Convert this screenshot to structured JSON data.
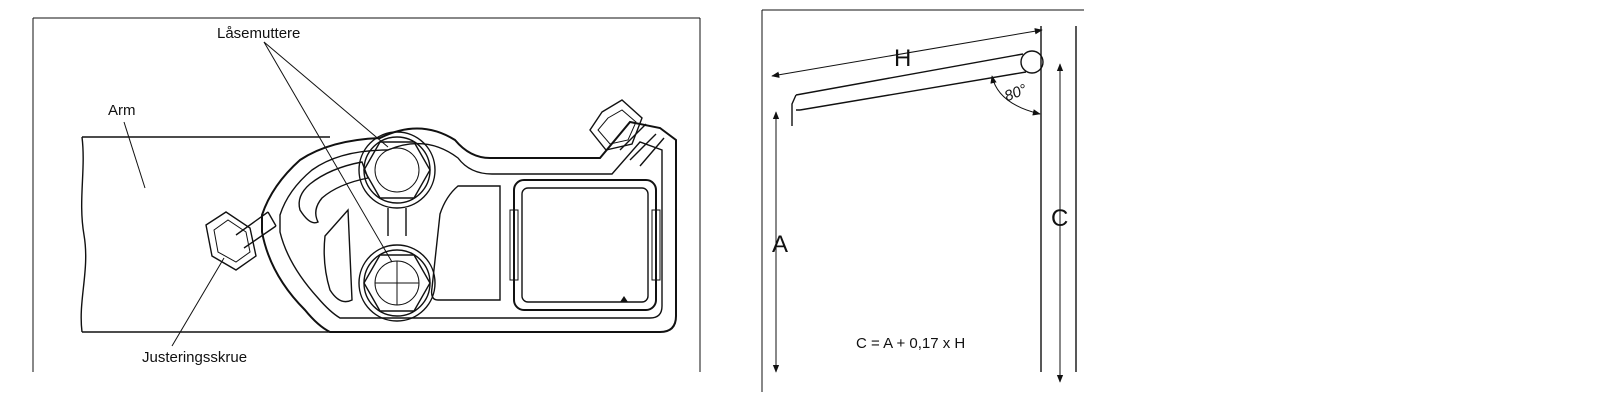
{
  "left_diagram": {
    "labels": {
      "lock_nuts": "Låsemuttere",
      "arm": "Arm",
      "adjust_screw": "Justeringsskrue"
    }
  },
  "right_diagram": {
    "dimensions": {
      "h": "H",
      "a": "A",
      "c": "C"
    },
    "angle": "80°",
    "formula": "C = A + 0,17 x H"
  }
}
